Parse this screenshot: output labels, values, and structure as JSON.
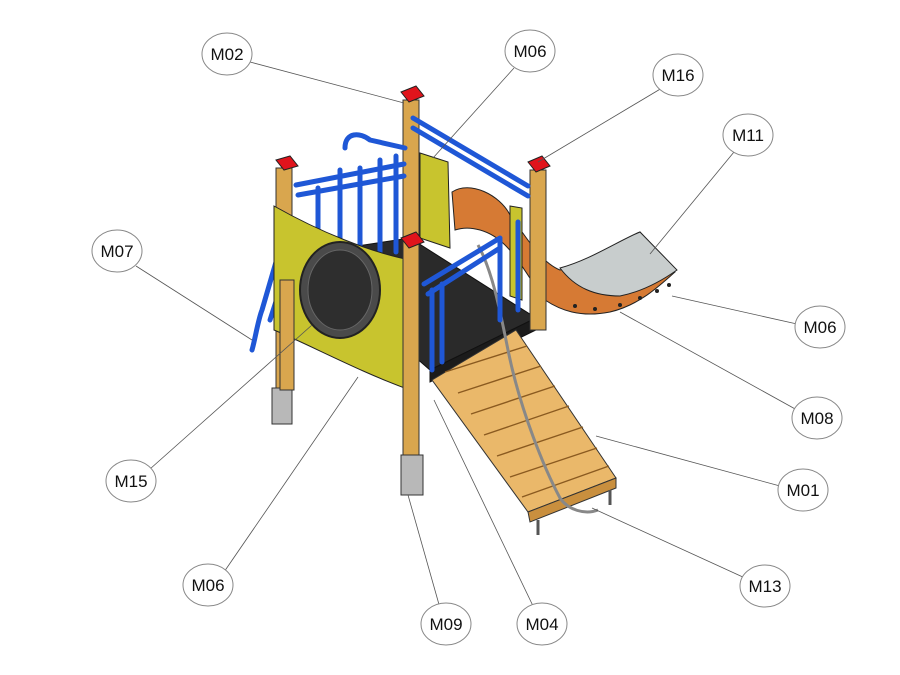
{
  "diagram": {
    "callouts": [
      {
        "id": "c-m02-top",
        "label": "M02"
      },
      {
        "id": "c-m06-top",
        "label": "M06"
      },
      {
        "id": "c-m16",
        "label": "M16"
      },
      {
        "id": "c-m11",
        "label": "M11"
      },
      {
        "id": "c-m07",
        "label": "M07"
      },
      {
        "id": "c-m06-right",
        "label": "M06"
      },
      {
        "id": "c-m08",
        "label": "M08"
      },
      {
        "id": "c-m01",
        "label": "M01"
      },
      {
        "id": "c-m15",
        "label": "M15"
      },
      {
        "id": "c-m13",
        "label": "M13"
      },
      {
        "id": "c-m06-bottom",
        "label": "M06"
      },
      {
        "id": "c-m09",
        "label": "M09"
      },
      {
        "id": "c-m04",
        "label": "M04"
      }
    ],
    "colors": {
      "post_wood": "#d9a64e",
      "post_cap": "#e0141c",
      "rail_blue": "#1f57d6",
      "panel_yellow": "#c8c42e",
      "slide_orange": "#d67a34",
      "slide_metal": "#c8cdcd",
      "deck_dark": "#2a2a2a",
      "ramp_wood": "#eab86a"
    }
  }
}
